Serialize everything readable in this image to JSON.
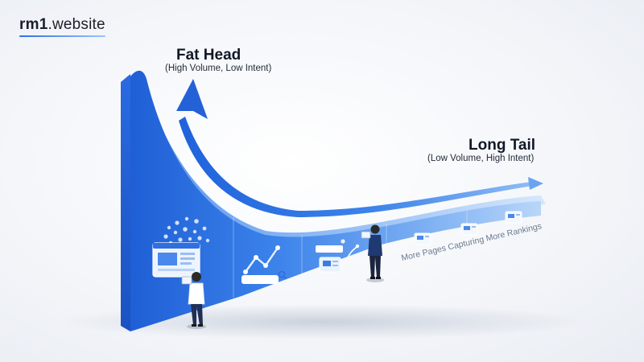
{
  "brand": {
    "logo_bold": "rm1",
    "logo_rest": ".website",
    "accent": "#2f6fe0"
  },
  "fat_head": {
    "title": "Fat Head",
    "subtitle": "(High Volume, Low Intent)"
  },
  "long_tail": {
    "title": "Long Tail",
    "subtitle": "(Low Volume, High Intent)"
  },
  "caption": "More Pages Capturing More Rankings",
  "colors": {
    "curve_main": "#2f6fe0",
    "curve_light": "#8fbaf3",
    "arrow": "#2b6ee0"
  },
  "icons": [
    "browser-window-icon",
    "trend-chart-icon",
    "search-bar-icon",
    "document-card-icon",
    "person-with-tablet-icon"
  ]
}
